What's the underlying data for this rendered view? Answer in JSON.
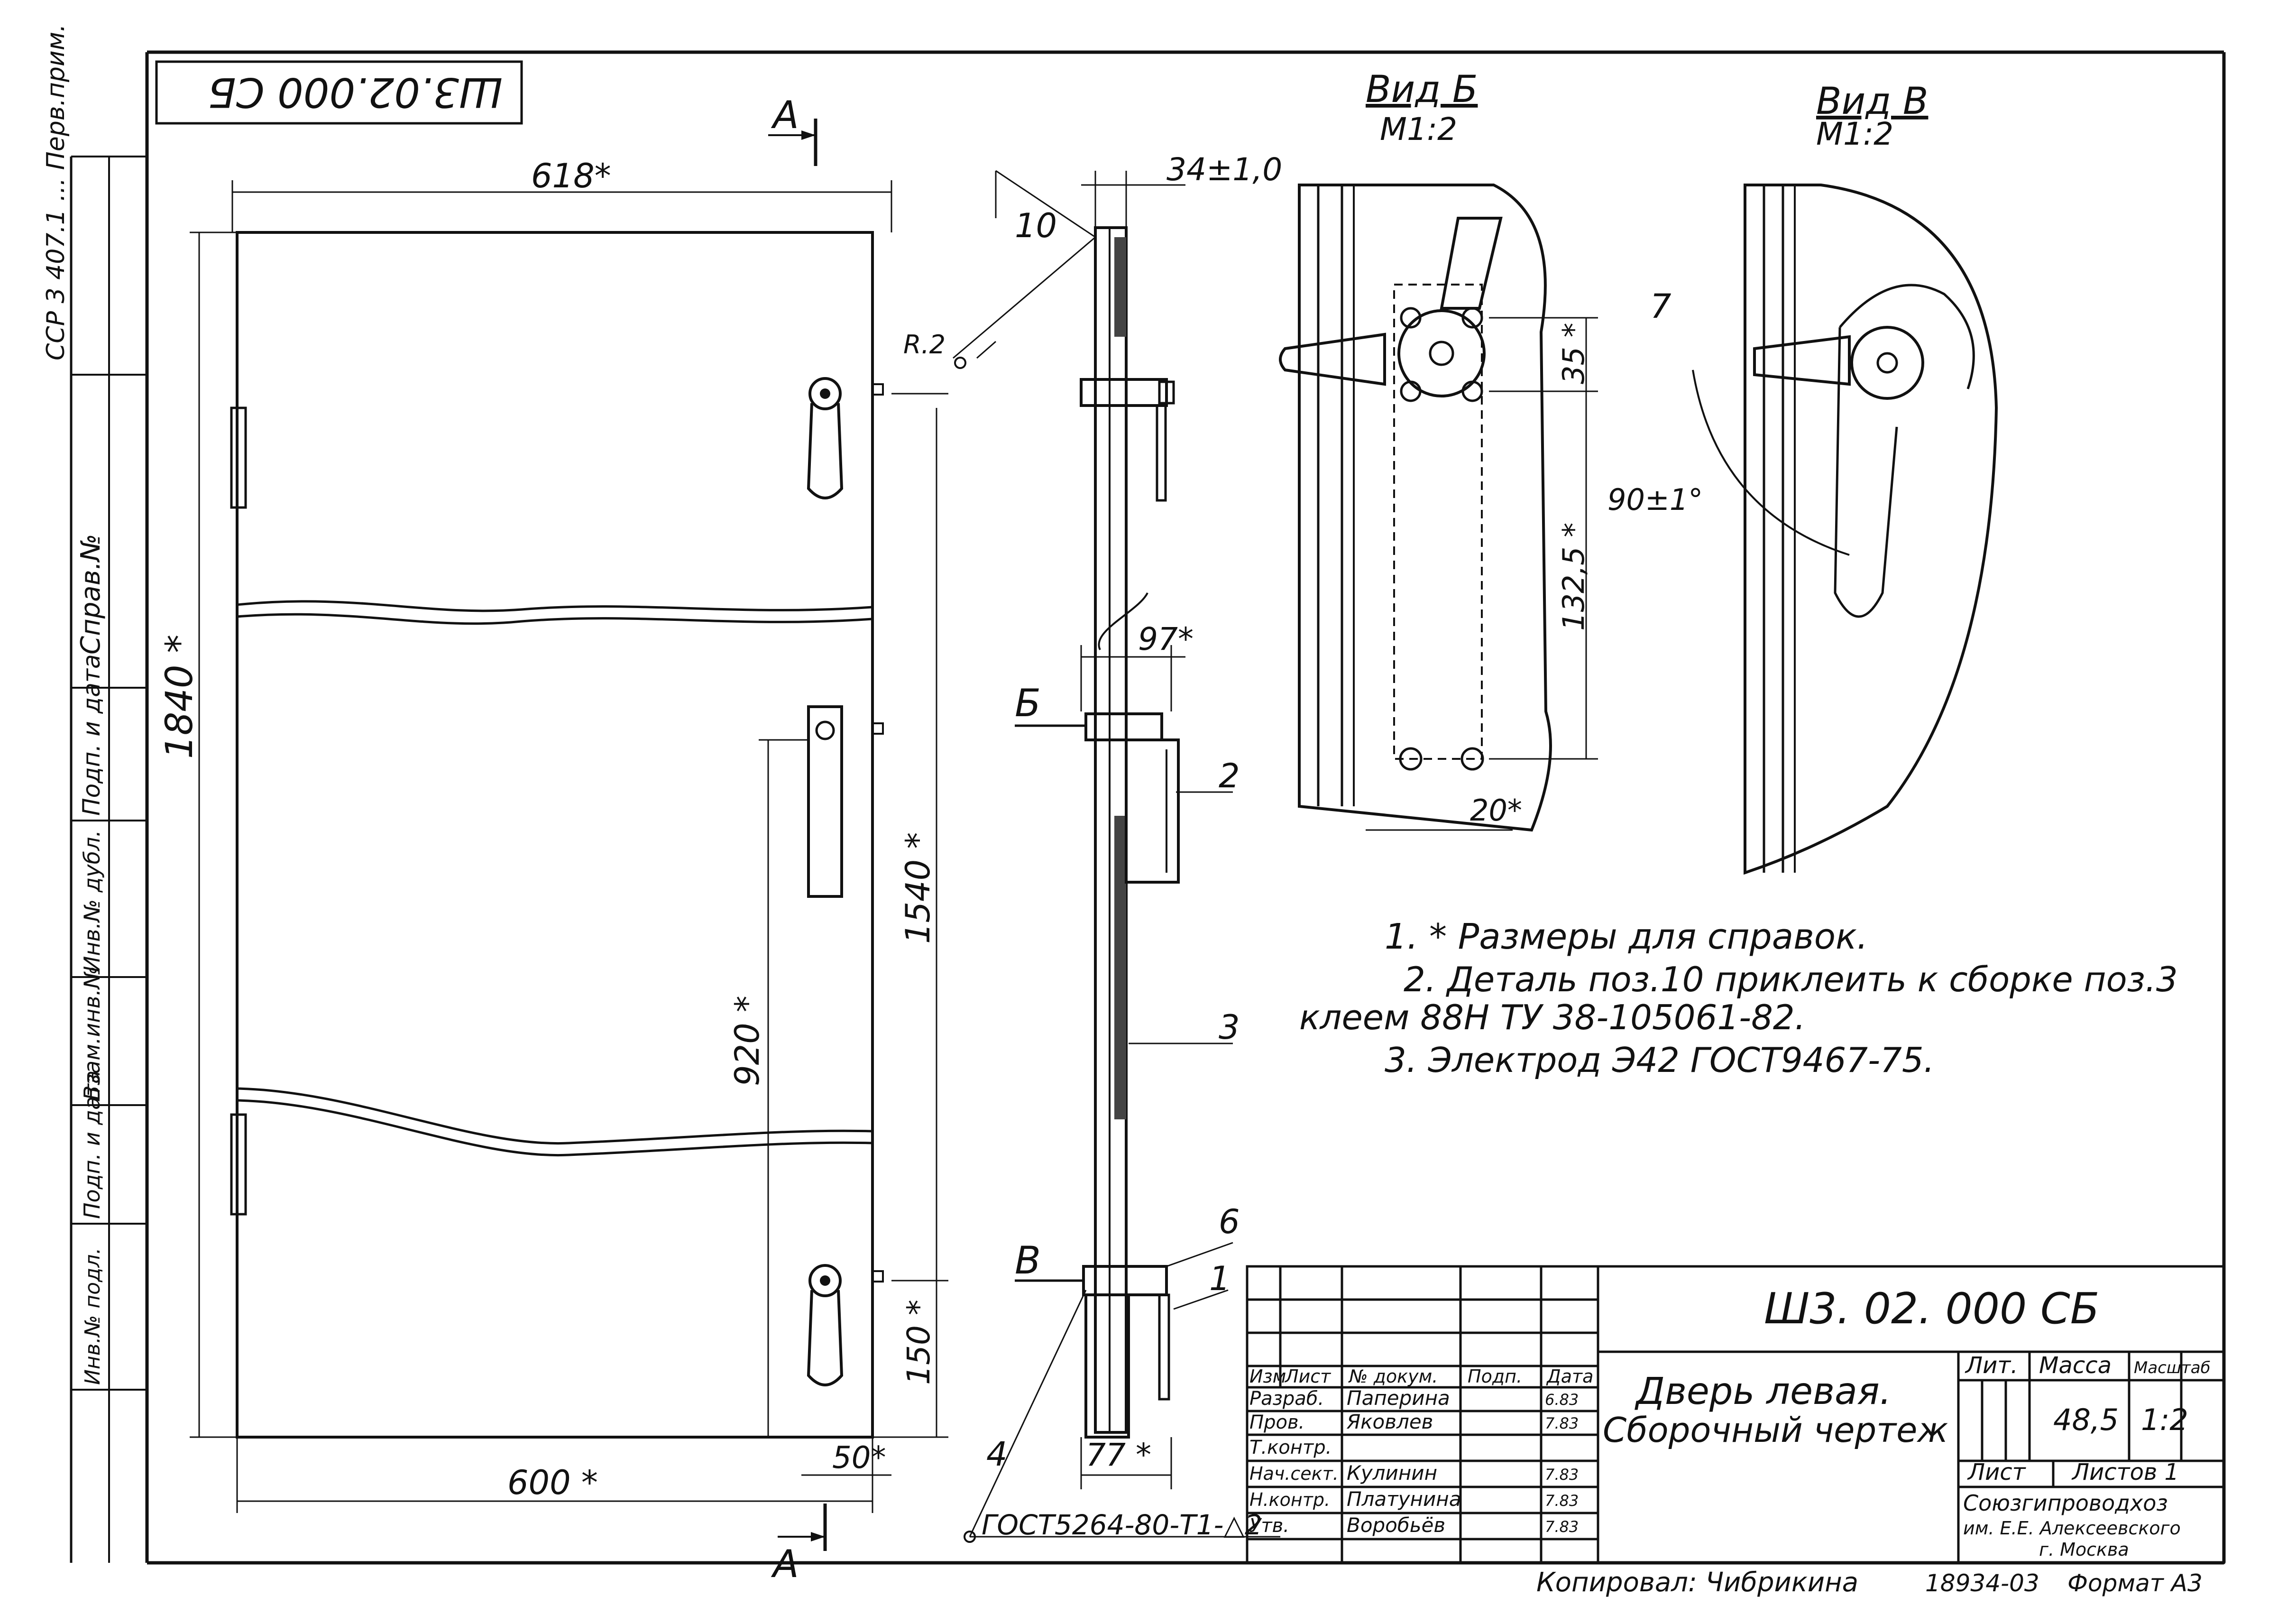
{
  "doc_code": "Ш3.02.000 СБ",
  "doc_code_rotated": "Ш3.02.000 СБ",
  "margin_stamp_top": "ССР 3 407.1 ... Перв.прим.",
  "left_column": [
    "Справ.№",
    "Подп. и дата",
    "Инв.№ дубл.",
    "Взам.инв.№",
    "Подп. и дата",
    "Инв.№ подл."
  ],
  "section_mark": "А",
  "door": {
    "dim_top": "618*",
    "dim_height": "1840 *",
    "dim_handles": "1540 *",
    "dim_mid": "920 *",
    "dim_bottom_offset": "150 *",
    "dim_width": "600 *",
    "dim_edge": "50*"
  },
  "section": {
    "dim_thickness": "34±1,0",
    "dim_97": "97*",
    "dim_77": "77 *",
    "view_b_mark": "Б",
    "view_v_mark": "В",
    "radius_note": "R.2",
    "weld_note": "ГОСТ5264-80-Т1-△2",
    "positions": [
      "10",
      "2",
      "3",
      "6",
      "1",
      "4"
    ]
  },
  "view_b": {
    "title": "Вид Б",
    "scale": "М1:2",
    "dim_35": "35 *",
    "dim_132": "132,5 *",
    "dim_20": "20*"
  },
  "view_v": {
    "title": "Вид В",
    "scale": "М1:2",
    "pos": "7",
    "angle": "90±1°"
  },
  "notes": [
    "1. * Размеры для справок.",
    "2. Деталь поз.10 приклеить к сборке поз.3",
    "клеем 88Н   ТУ 38-105061-82.",
    "3. Электрод Э42   ГОСТ9467-75."
  ],
  "title_block": {
    "code": "Ш3. 02. 000 СБ",
    "name_line1": "Дверь левая.",
    "name_line2": "Сборочный чертеж",
    "col_headers": [
      "Изм",
      "Лист",
      "№ докум.",
      "Подп.",
      "Дата"
    ],
    "rows": [
      {
        "role": "Разраб.",
        "name": "Паперина",
        "date": "6.83"
      },
      {
        "role": "Пров.",
        "name": "Яковлев",
        "date": "7.83"
      },
      {
        "role": "Т.контр.",
        "name": "",
        "date": ""
      },
      {
        "role": "Нач.сект.",
        "name": "Кулинин",
        "date": "7.83"
      },
      {
        "role": "Н.контр.",
        "name": "Платунина",
        "date": "7.83"
      },
      {
        "role": "Утв.",
        "name": "Воробьёв",
        "date": "7.83"
      }
    ],
    "lit_label": "Лит.",
    "mass_label": "Масса",
    "scale_label": "Масштаб",
    "mass": "48,5",
    "scale": "1:2",
    "sheet_label": "Лист",
    "sheets_label": "Листов 1",
    "org": "Союзгипроводхоз",
    "org2": "им. Е.Е. Алексеевского",
    "org3": "г. Москва"
  },
  "footer": {
    "copied": "Копировал: Чибрикина",
    "number": "18934-03",
    "format": "Формат А3"
  }
}
